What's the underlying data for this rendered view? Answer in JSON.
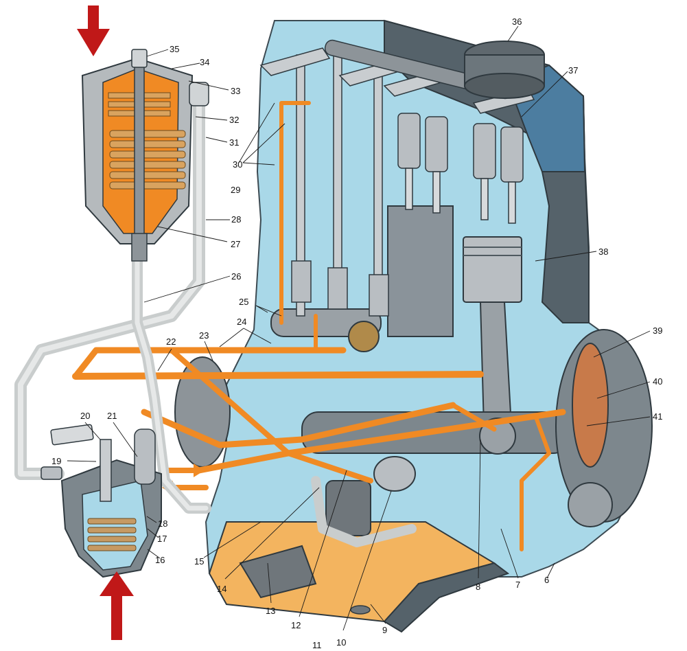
{
  "colors": {
    "oil": "#f08a24",
    "oil_dark": "#d96f10",
    "coolant_cutaway": "#a9d8e8",
    "casting": "#4f5a60",
    "casting_light": "#7d878d",
    "metal": "#b9bec2",
    "metal_dark": "#6f767b",
    "pipe": "#d9dcdc",
    "arrow": "#c01818",
    "sump_oil": "#f3b45f"
  },
  "arrows": {
    "top_direction": "down",
    "bottom_direction": "up"
  },
  "callouts": [
    {
      "id": "6",
      "text": "6"
    },
    {
      "id": "7",
      "text": "7"
    },
    {
      "id": "8",
      "text": "8"
    },
    {
      "id": "9",
      "text": "9"
    },
    {
      "id": "10",
      "text": "10"
    },
    {
      "id": "11",
      "text": "11"
    },
    {
      "id": "12",
      "text": "12"
    },
    {
      "id": "13",
      "text": "13"
    },
    {
      "id": "14",
      "text": "14"
    },
    {
      "id": "15",
      "text": "15"
    },
    {
      "id": "16",
      "text": "16"
    },
    {
      "id": "17",
      "text": "17"
    },
    {
      "id": "18",
      "text": "18"
    },
    {
      "id": "19",
      "text": "19"
    },
    {
      "id": "20",
      "text": "20"
    },
    {
      "id": "21",
      "text": "21"
    },
    {
      "id": "22",
      "text": "22"
    },
    {
      "id": "23",
      "text": "23"
    },
    {
      "id": "24",
      "text": "24"
    },
    {
      "id": "25",
      "text": "25"
    },
    {
      "id": "26",
      "text": "26"
    },
    {
      "id": "27",
      "text": "27"
    },
    {
      "id": "28",
      "text": "28"
    },
    {
      "id": "29",
      "text": "29"
    },
    {
      "id": "30",
      "text": "30"
    },
    {
      "id": "31",
      "text": "31"
    },
    {
      "id": "32",
      "text": "32"
    },
    {
      "id": "33",
      "text": "33"
    },
    {
      "id": "34",
      "text": "34"
    },
    {
      "id": "35",
      "text": "35"
    },
    {
      "id": "36",
      "text": "36"
    },
    {
      "id": "37",
      "text": "37"
    },
    {
      "id": "38",
      "text": "38"
    },
    {
      "id": "39",
      "text": "39"
    },
    {
      "id": "40",
      "text": "40"
    },
    {
      "id": "41",
      "text": "41"
    }
  ]
}
